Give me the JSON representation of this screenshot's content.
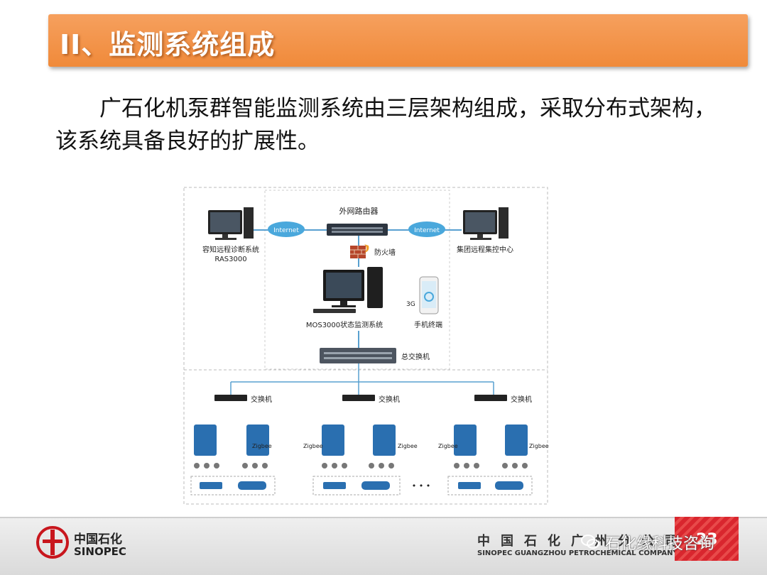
{
  "slide": {
    "title": "II、监测系统组成",
    "paragraph": "广石化机泵群智能监测系统由三层架构组成，采取分布式架构，该系统具备良好的扩展性。"
  },
  "diagram": {
    "router_label": "外网路由器",
    "internet_left": "Internet",
    "internet_right": "Internet",
    "remote_left_line1": "容知远程诊断系统",
    "remote_left_line2": "RAS3000",
    "remote_right": "集团远程集控中心",
    "firewall_label": "防火墙",
    "mos_label": "MOS3000状态监测系统",
    "mobile_label": "手机终端",
    "mobile_badge": "3G",
    "main_switch_label": "总交换机",
    "switch_label": "交换机",
    "zigbee_label": "Zigbee",
    "ellipsis": "• • •"
  },
  "footer": {
    "brand_cn": "中国石化",
    "brand_en": "SINOPEC",
    "company_cn": "中国石化广州分公司",
    "company_en": "SINOPEC GUANGZHOU PETROCHEMICAL COMPANY",
    "page_number": "23",
    "watermark": "石化缘科技咨询"
  },
  "colors": {
    "title_bar": "#f08a3a",
    "footer_red": "#d9262e",
    "device_blue": "#2a6fb0",
    "cloud_blue": "#4aa8dc"
  }
}
